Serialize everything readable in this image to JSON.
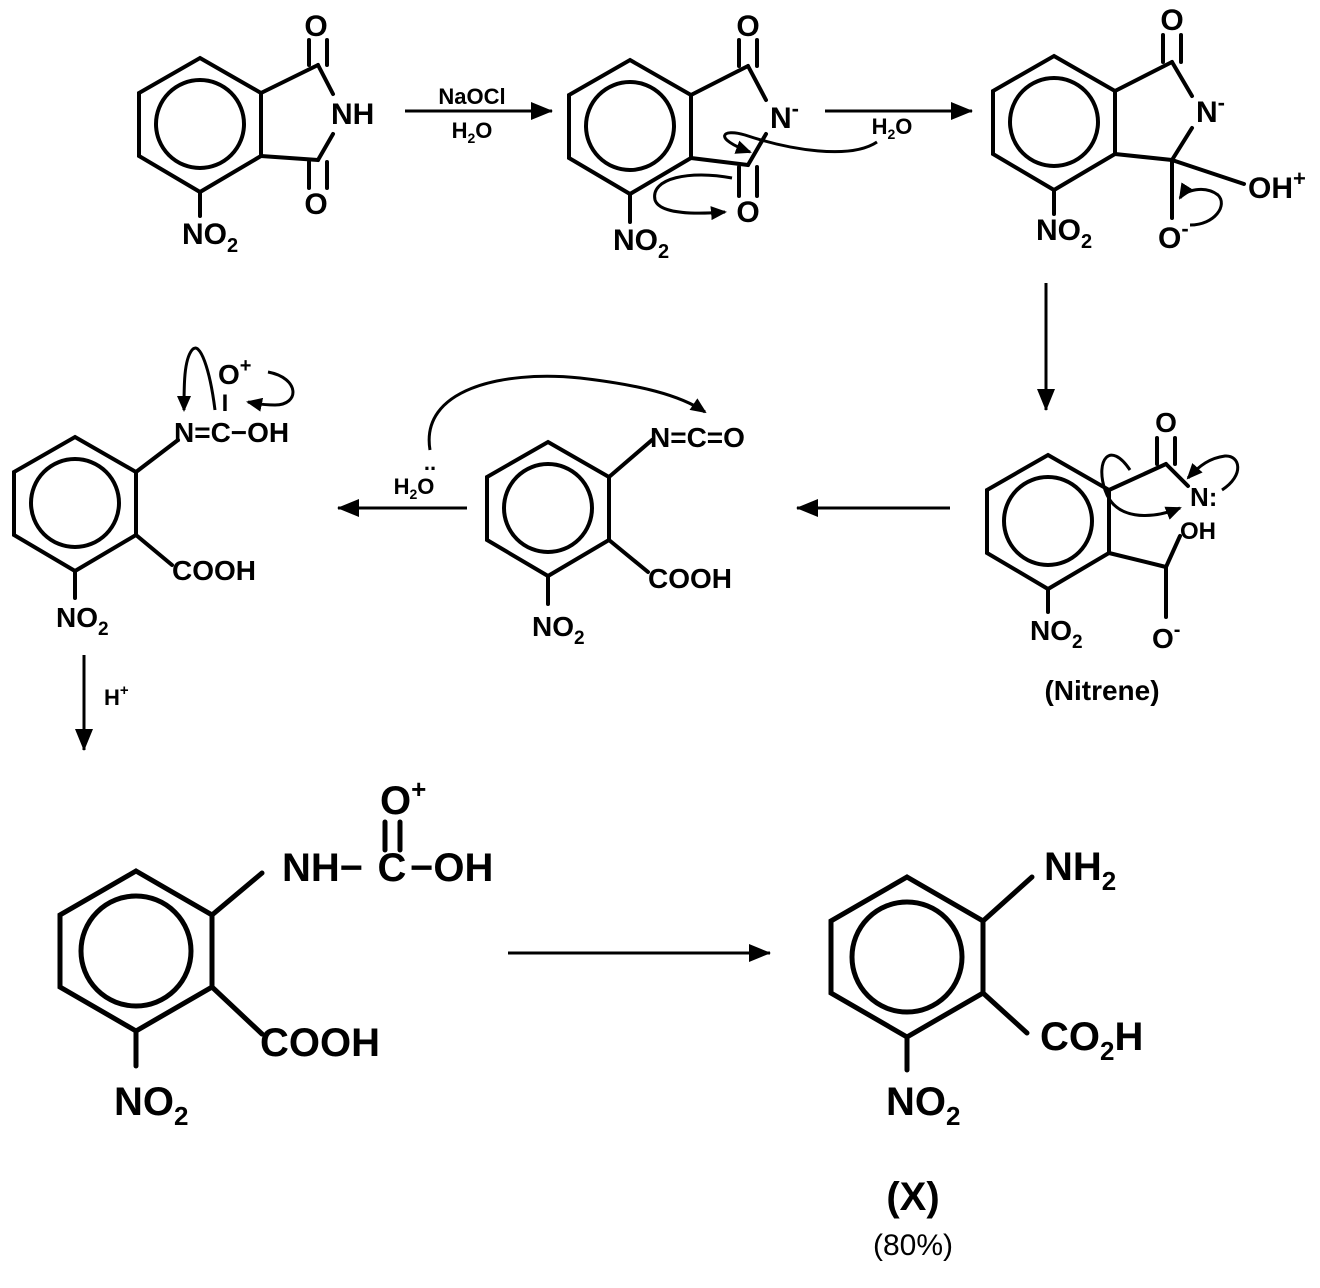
{
  "scheme": {
    "reagents": {
      "step1_top": "NaOCl",
      "step1_bottom": "H2O",
      "step2": "H2O",
      "step5_water": "H2O",
      "step6_acid": "H+"
    },
    "labels": {
      "nitrene": "(Nitrene)",
      "product_name": "(X)",
      "yield": "(80%)"
    },
    "atoms": {
      "O": "O",
      "NH": "NH",
      "N": "N",
      "NO2": "NO",
      "sub2": "2",
      "minus": "-",
      "plus": "+",
      "OH": "OH",
      "COOH": "COOH",
      "isocyanate": "N=C=O",
      "carbamic_row": "N=C−OH",
      "carbamate_NH": "NH−",
      "carbamate_C": "C",
      "carbamate_OH": "−OH",
      "NH2": "NH",
      "CO2H_left": "CO",
      "CO2H_right": "H",
      "Ncolon": "N:",
      "I": "I"
    }
  }
}
